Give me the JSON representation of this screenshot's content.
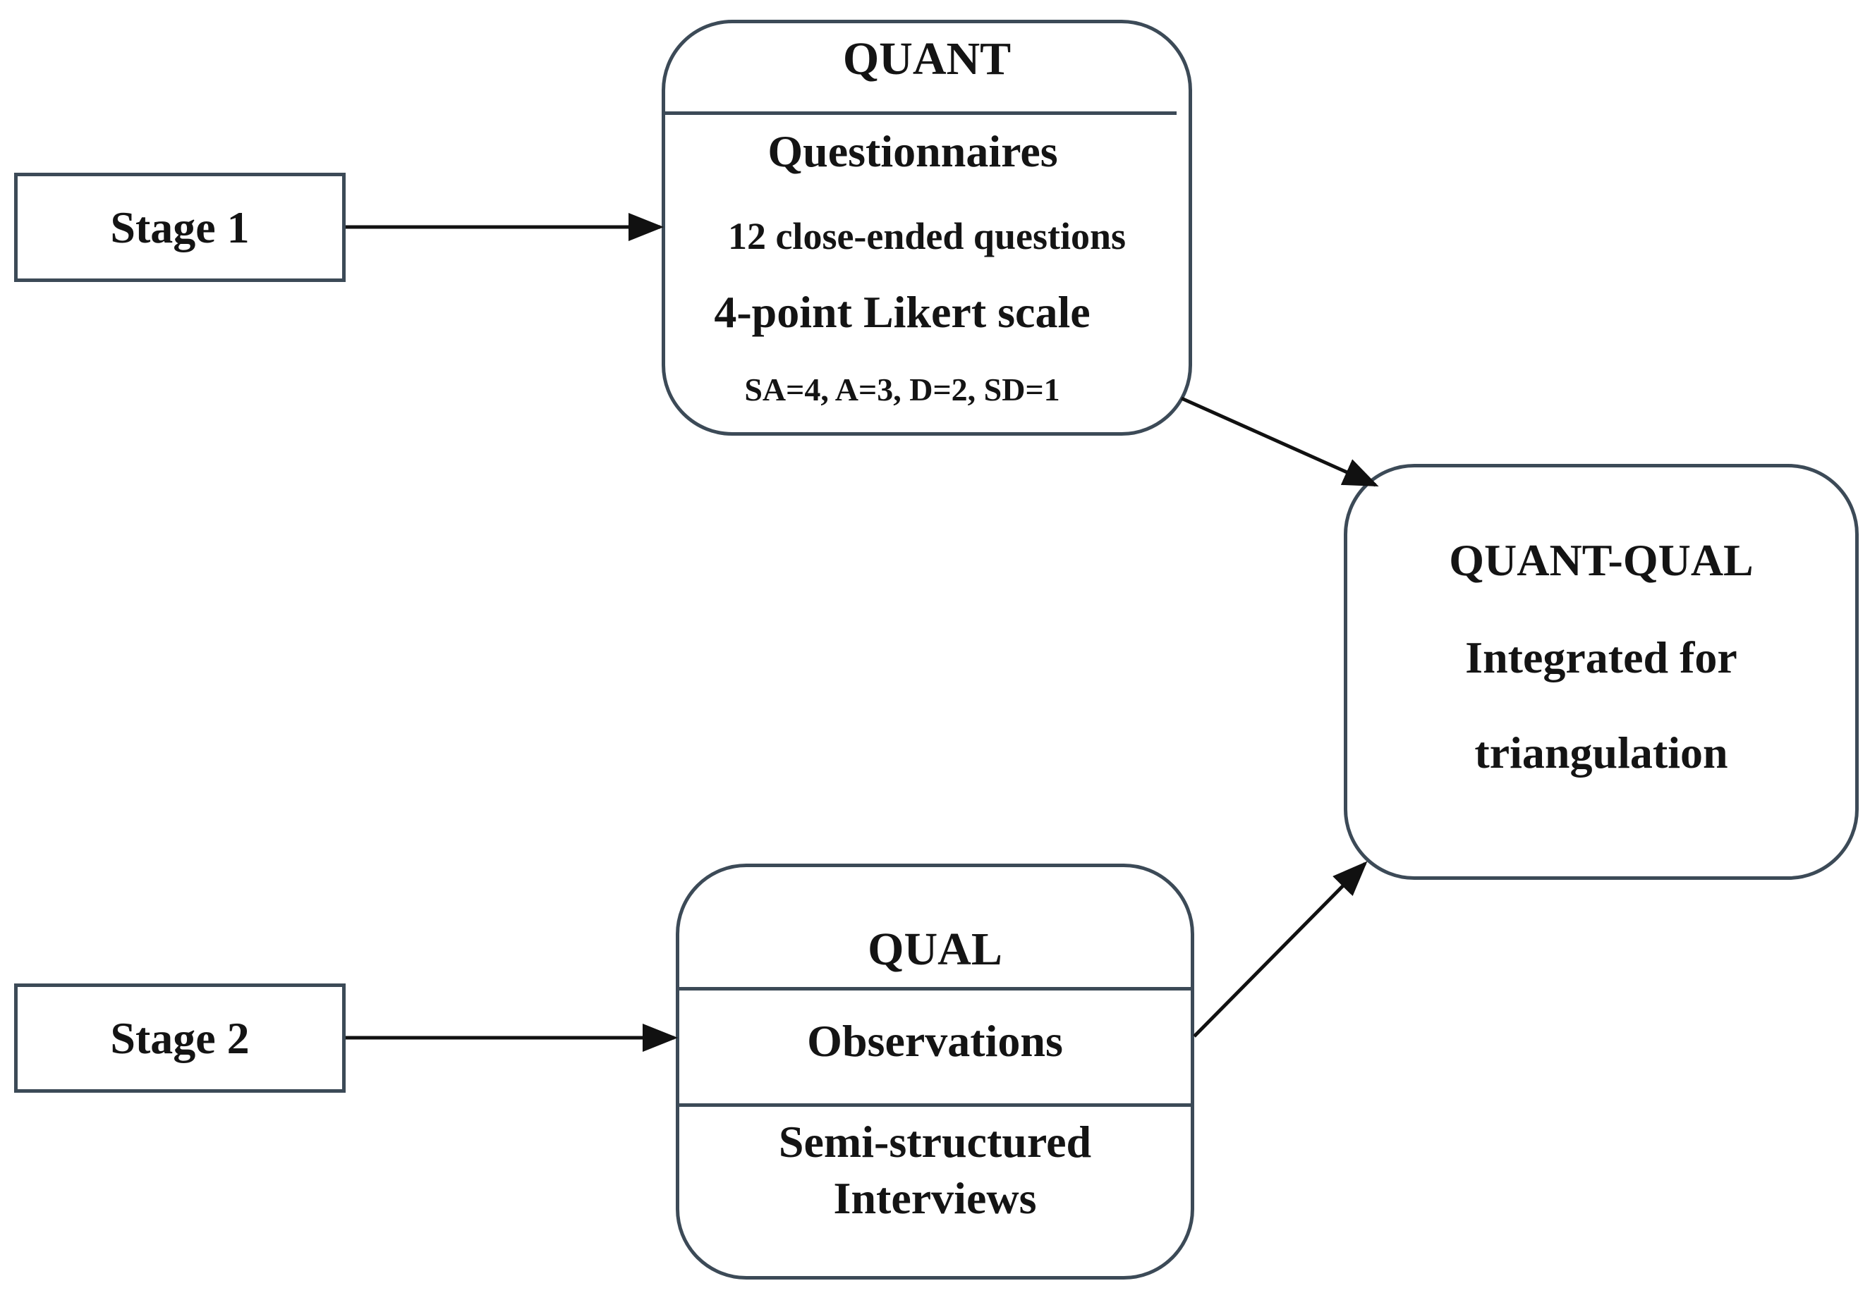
{
  "stages": [
    {
      "label": "Stage 1"
    },
    {
      "label": "Stage 2"
    }
  ],
  "quant": {
    "title": "QUANT",
    "method": "Questionnaires",
    "items": "12 close-ended questions",
    "scale": "4-point Likert scale",
    "coding": "SA=4, A=3, D=2, SD=1"
  },
  "qual": {
    "title": "QUAL",
    "method": "Observations",
    "interviews_line1": "Semi-structured",
    "interviews_line2": "Interviews"
  },
  "integration": {
    "title": "QUANT-QUAL",
    "line1": "Integrated for",
    "line2": "triangulation"
  },
  "colors": {
    "box_border": "#3c4a57",
    "arrow": "#111111",
    "text": "#141414"
  }
}
